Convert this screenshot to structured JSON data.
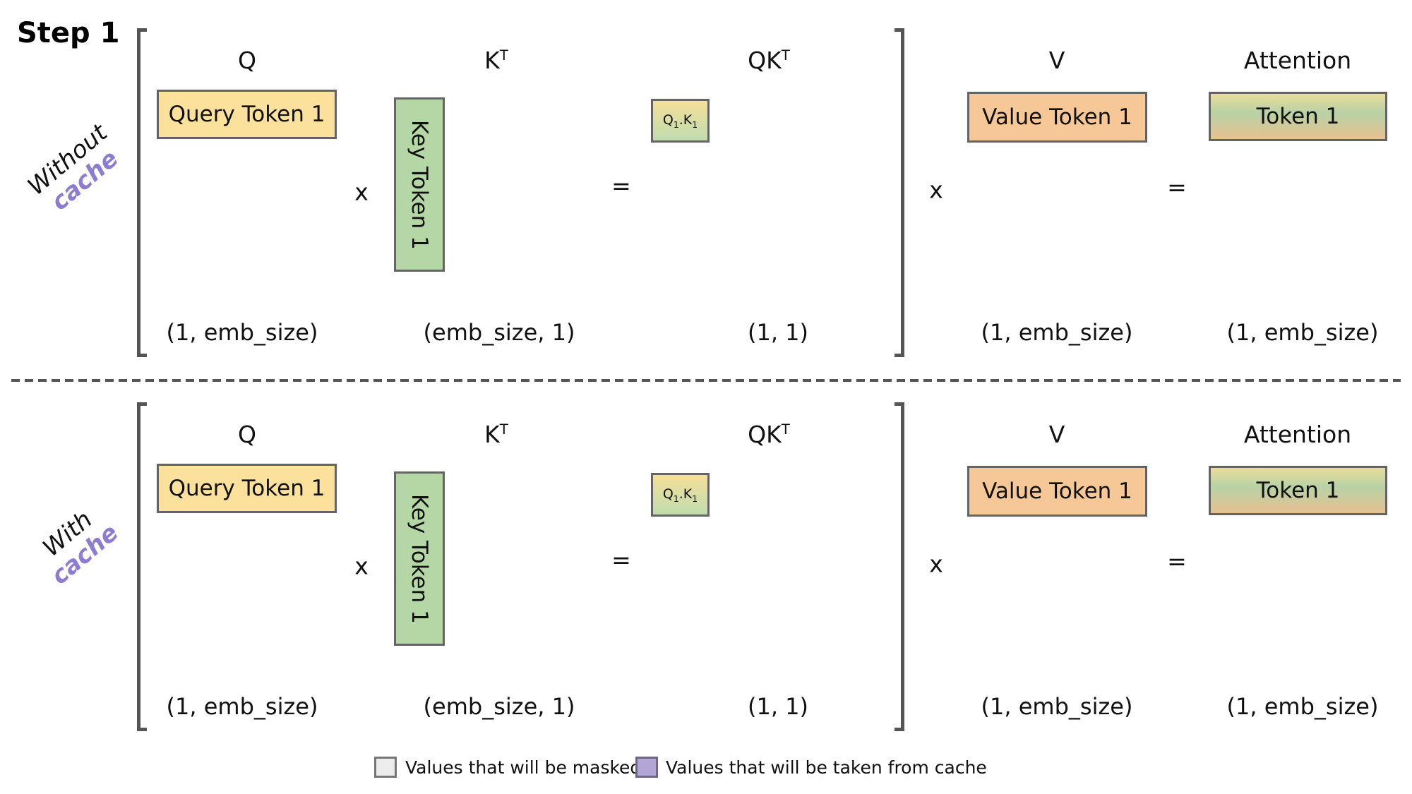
{
  "title": "Step 1",
  "colors": {
    "query_box": "#FBE19B",
    "key_box": "#B5D7A6",
    "value_box": "#F7C897",
    "qk_gradient_top": "#F5E099",
    "qk_gradient_bottom": "#C0DBAE",
    "attention_gradient_top": "#E9DD9A",
    "attention_gradient_mid": "#B8D2A6",
    "attention_gradient_bottom": "#E7C190",
    "cache_text": "#8D7CCF",
    "bracket": "#555555",
    "legend_masked_swatch": "#ECECEC",
    "legend_cache_swatch": "#B3A5D6"
  },
  "rows": [
    {
      "side_label": {
        "line1": "Without",
        "line2": "cache"
      },
      "ops": {
        "multiply": "x",
        "equals": "="
      },
      "q": {
        "header": "Q",
        "box_label": "Query Token 1",
        "dim": "(1, emb_size)"
      },
      "k": {
        "header_base": "K",
        "header_sup": "T",
        "box_label": "Key Token 1",
        "dim": "(emb_size, 1)"
      },
      "qk": {
        "header_base": "QK",
        "header_sup": "T",
        "dim": "(1, 1)",
        "cell": {
          "q": "Q",
          "q_sub": "1",
          "sep": ".",
          "k": "K",
          "k_sub": "1"
        }
      },
      "v": {
        "header": "V",
        "box_label": "Value Token 1",
        "dim": "(1, emb_size)"
      },
      "attention": {
        "header": "Attention",
        "box_label": "Token 1",
        "dim": "(1, emb_size)"
      }
    },
    {
      "side_label": {
        "line1": "With",
        "line2": "cache"
      },
      "ops": {
        "multiply": "x",
        "equals": "="
      },
      "q": {
        "header": "Q",
        "box_label": "Query Token 1",
        "dim": "(1, emb_size)"
      },
      "k": {
        "header_base": "K",
        "header_sup": "T",
        "box_label": "Key Token 1",
        "dim": "(emb_size, 1)"
      },
      "qk": {
        "header_base": "QK",
        "header_sup": "T",
        "dim": "(1, 1)",
        "cell": {
          "q": "Q",
          "q_sub": "1",
          "sep": ".",
          "k": "K",
          "k_sub": "1"
        }
      },
      "v": {
        "header": "V",
        "box_label": "Value Token 1",
        "dim": "(1, emb_size)"
      },
      "attention": {
        "header": "Attention",
        "box_label": "Token 1",
        "dim": "(1, emb_size)"
      }
    }
  ],
  "legend": {
    "masked_label": "Values that will be masked",
    "cache_label": "Values that will be taken from cache"
  }
}
